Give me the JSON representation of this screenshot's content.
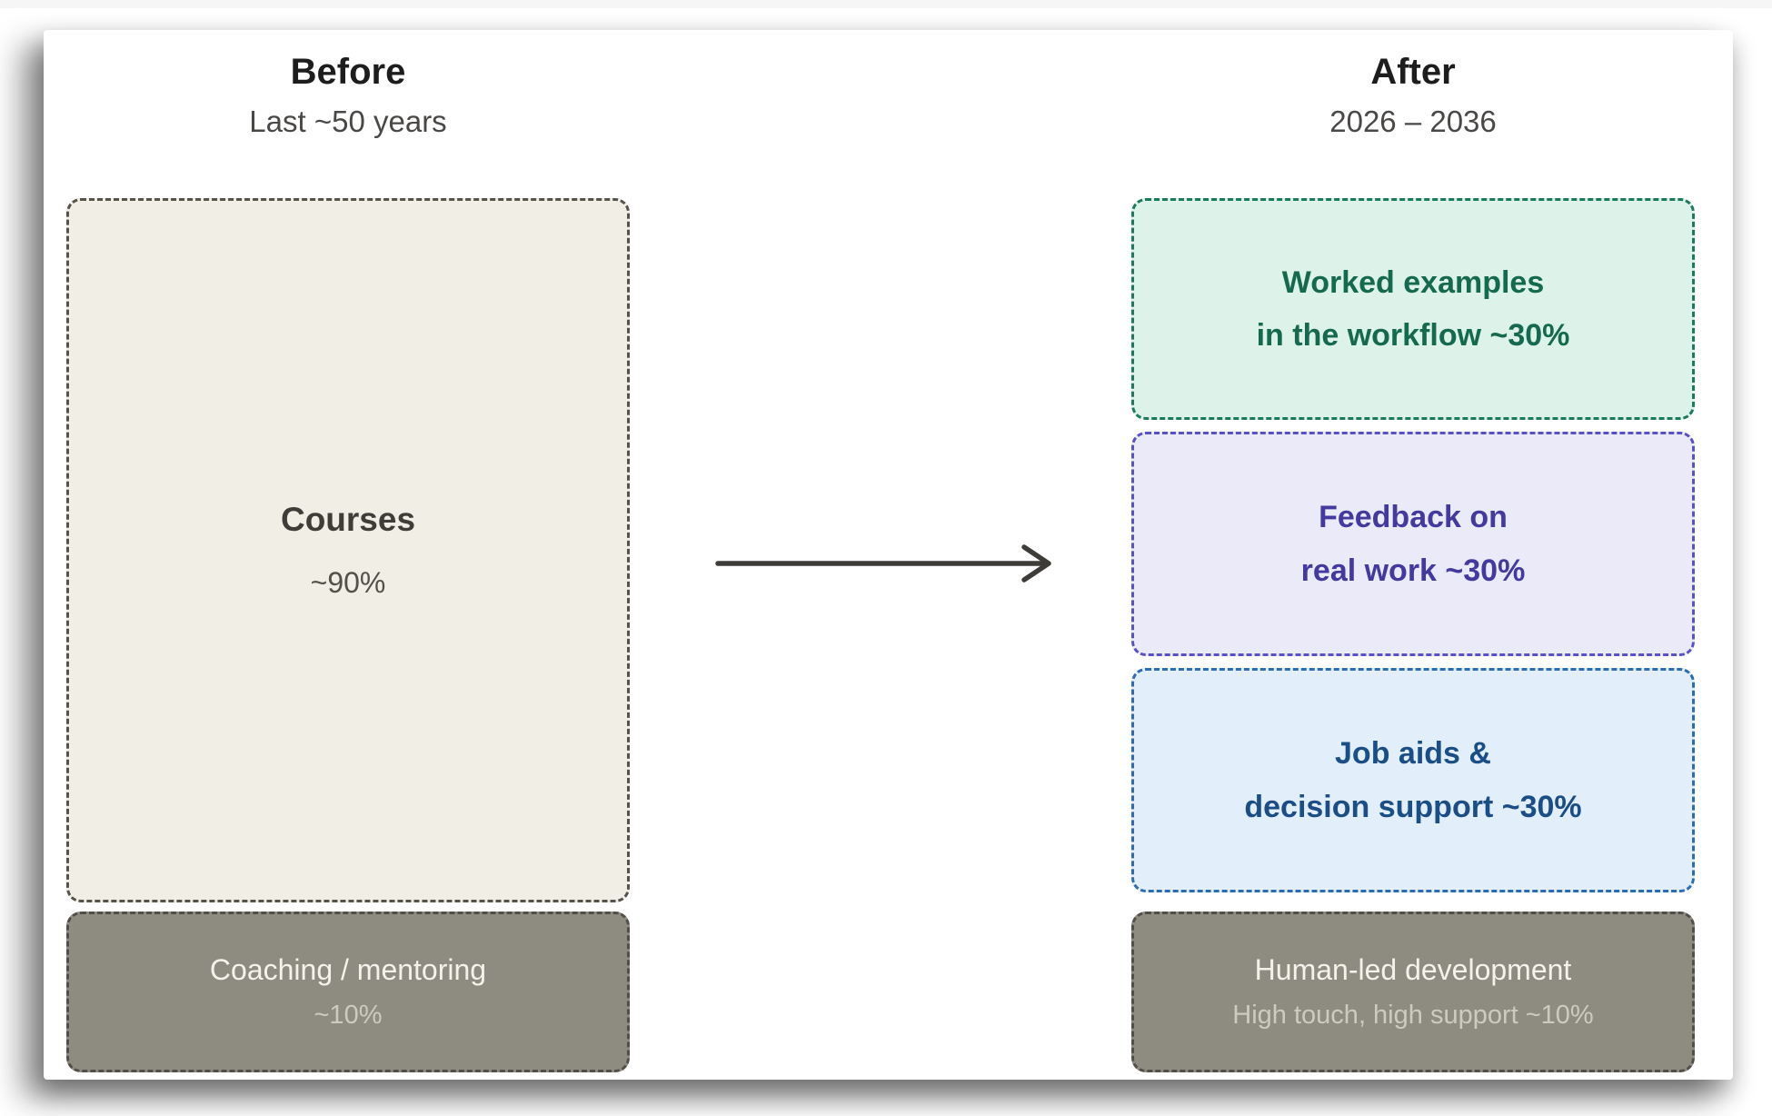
{
  "diagram": {
    "before": {
      "title": "Before",
      "subtitle": "Last ~50 years",
      "courses_box": {
        "label": "Courses",
        "value": "~90%"
      },
      "coaching_box": {
        "line1": "Coaching / mentoring",
        "line2": "~10%"
      }
    },
    "after": {
      "title": "After",
      "subtitle": "2026 – 2036",
      "worked_examples_box": {
        "line1": "Worked examples",
        "line2": "in the workflow ~30%"
      },
      "feedback_box": {
        "line1": "Feedback on",
        "line2": "real work ~30%"
      },
      "job_aids_box": {
        "line1": "Job aids &",
        "line2": "decision support ~30%"
      },
      "human_led_box": {
        "line1": "Human-led development",
        "line2": "High touch, high support ~10%"
      }
    }
  },
  "colors": {
    "title_text": "#1d1d1d",
    "subtitle_text": "#4a4846",
    "beige_bg": "#f1eee5",
    "beige_border": "#56534b",
    "courses_text": "#403d38",
    "courses_value_text": "#53504a",
    "gray_bg": "#8e8c80",
    "gray_border": "#514f48",
    "gray_text_primary": "#f4f2ea",
    "gray_text_secondary": "#cdcabe",
    "green_bg": "#ddf2e8",
    "green_border": "#1d7a5e",
    "green_text": "#14694f",
    "purple_bg": "#eaeaf9",
    "purple_border": "#5a50c7",
    "purple_text": "#44399f",
    "blue_bg": "#e2eef9",
    "blue_border": "#2e6cb2",
    "blue_text": "#1b4e87",
    "arrow_color": "#3e3c39"
  }
}
